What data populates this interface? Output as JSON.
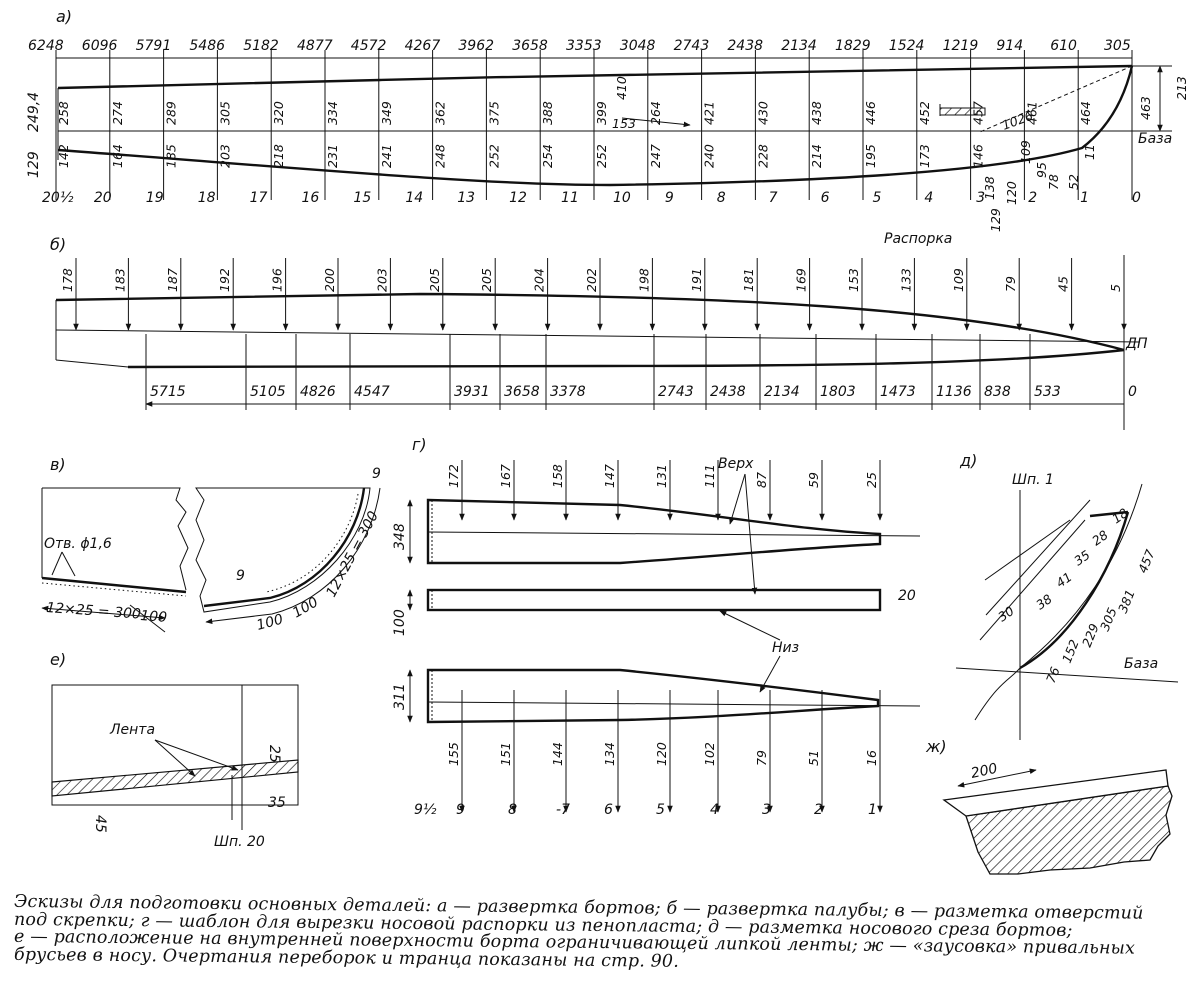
{
  "panel_a": {
    "label": "а)",
    "stations_mm": [
      "6248",
      "6096",
      "5791",
      "5486",
      "5182",
      "4877",
      "4572",
      "4267",
      "3962",
      "3658",
      "3353",
      "3048",
      "2743",
      "2438",
      "2134",
      "1829",
      "1524",
      "1219",
      "914",
      "610",
      "305"
    ],
    "upper_values": [
      "258",
      "274",
      "289",
      "305",
      "320",
      "334",
      "349",
      "362",
      "375",
      "388",
      "399",
      "264",
      "421",
      "430",
      "438",
      "446",
      "452",
      "457",
      "461",
      "464"
    ],
    "lower_values": [
      "142",
      "164",
      "185",
      "203",
      "218",
      "231",
      "241",
      "248",
      "252",
      "254",
      "252",
      "247",
      "240",
      "228",
      "214",
      "195",
      "173",
      "146"
    ],
    "left_values": [
      "249,4",
      "129"
    ],
    "frame_numbers": [
      "20½",
      "20",
      "19",
      "18",
      "17",
      "16",
      "15",
      "14",
      "13",
      "12",
      "11",
      "10",
      "9",
      "8",
      "7",
      "6",
      "5",
      "4",
      "3",
      "2",
      "1",
      "0"
    ],
    "extra_labels": [
      "410",
      "153",
      "1026",
      "109",
      "95",
      "78",
      "52",
      "11",
      "138",
      "120",
      "129",
      "463",
      "213"
    ],
    "base_label": "База",
    "strut_label": "Распорка"
  },
  "panel_b": {
    "label": "б)",
    "top_values": [
      "178",
      "183",
      "187",
      "192",
      "196",
      "200",
      "203",
      "205",
      "205",
      "204",
      "202",
      "198",
      "191",
      "181",
      "169",
      "153",
      "133",
      "109",
      "79",
      "45",
      "5"
    ],
    "bottom_values": [
      "5715",
      "5105",
      "4826",
      "4547",
      "3931",
      "3658",
      "3378",
      "2743",
      "2438",
      "2134",
      "1803",
      "1473",
      "1136",
      "838",
      "533",
      "0"
    ],
    "center_label": "ДП"
  },
  "panel_v": {
    "label": "в)",
    "hole_label": "Отв. ϕ1,6",
    "dim_left": "12×25 = 300",
    "dim_right": "12×25 = 300",
    "dim_100_a": "100",
    "dim_100_b": "100",
    "dim_100_c": "100",
    "dim_9_a": "9",
    "dim_9_b": "9"
  },
  "panel_g": {
    "label": "г)",
    "top_values": [
      "172",
      "167",
      "158",
      "147",
      "131",
      "111",
      "87",
      "59",
      "25"
    ],
    "bottom_values": [
      "155",
      "151",
      "144",
      "134",
      "120",
      "102",
      "79",
      "51",
      "16"
    ],
    "frame_numbers": [
      "9½",
      "9",
      "8",
      "-7",
      "6",
      "5",
      "4",
      "3",
      "2",
      "1"
    ],
    "left_dims": [
      "348",
      "100",
      "311"
    ],
    "dim_20": "20",
    "top_label": "Верх",
    "bottom_label": "Низ"
  },
  "panel_d": {
    "label": "д)",
    "frame_label": "Шп. 1",
    "values": [
      "18",
      "28",
      "35",
      "41",
      "38",
      "30",
      "457",
      "381",
      "305",
      "229",
      "152",
      "76"
    ],
    "base_label": "База"
  },
  "panel_e": {
    "label": "е)",
    "tape_label": "Лента",
    "dims": [
      "25",
      "35",
      "45"
    ],
    "frame_label": "Шп. 20"
  },
  "panel_zh": {
    "label": "ж)",
    "dim": "200"
  },
  "caption": {
    "line1": "Эскизы для подготовки основных деталей: а — развертка бортов; б — развертка палубы; в — разметка отверстий",
    "line2": "под скрепки; г — шаблон для вырезки носовой распорки из пенопласта; д — разметка носового среза бортов;",
    "line3": "е — расположение на внутренней поверхности борта ограничивающей липкой ленты; ж — «заусовка» привальных",
    "line4": "брусьев в носу. Очертания переборок и транца показаны на стр. 90."
  }
}
